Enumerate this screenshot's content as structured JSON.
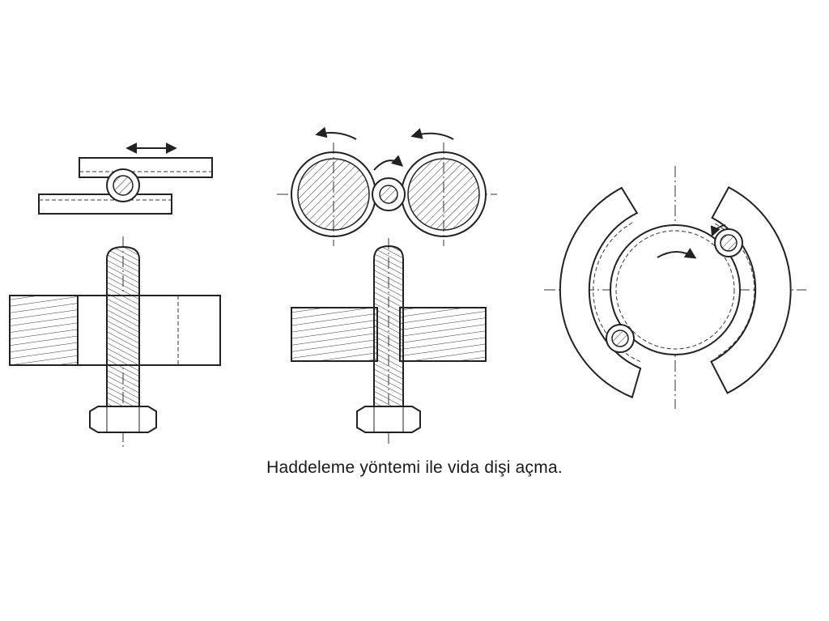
{
  "caption": "Haddeleme yöntemi ile vida dişi açma.",
  "colors": {
    "line": "#222222",
    "background": "#ffffff"
  },
  "figures": [
    {
      "method": "flat-die-rolling"
    },
    {
      "method": "two-roller-rolling"
    },
    {
      "method": "planetary-rolling"
    }
  ]
}
